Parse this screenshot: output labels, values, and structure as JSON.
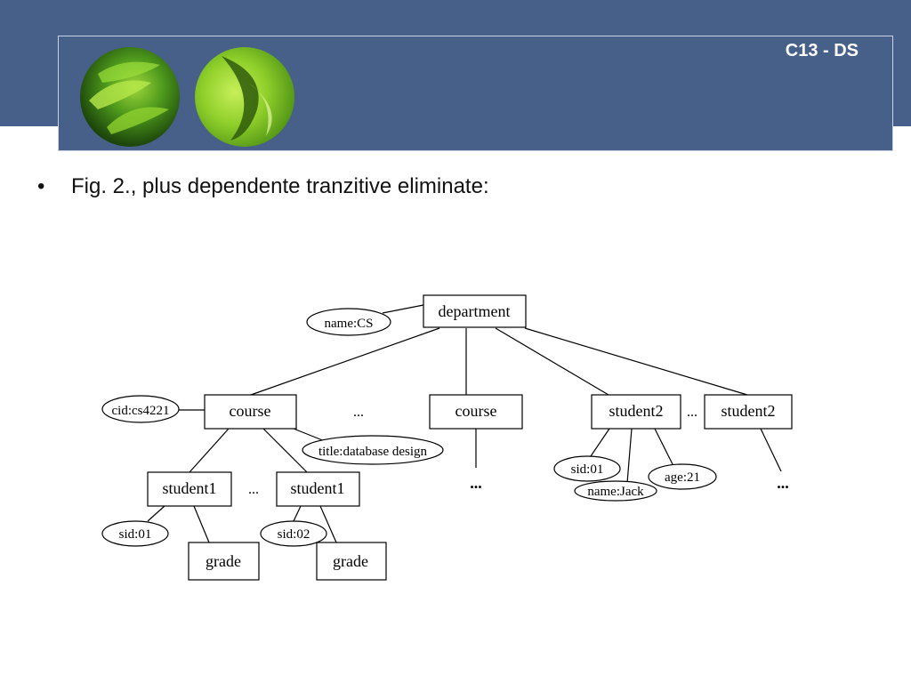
{
  "header": {
    "slide_tag": "C13 - DS"
  },
  "content": {
    "bullet_text": "Fig. 2., plus dependente tranzitive eliminate:"
  },
  "diagram": {
    "nodes": {
      "department": "department",
      "name_cs": "name:CS",
      "course_left": "course",
      "cid": "cid:cs4221",
      "title": "title:database design",
      "course_mid": "course",
      "student2_a": "student2",
      "student2_b": "student2",
      "student1_a": "student1",
      "student1_b": "student1",
      "sid_01_left": "sid:01",
      "sid_02": "sid:02",
      "grade_a": "grade",
      "grade_b": "grade",
      "sid_01_right": "sid:01",
      "name_jack": "name:Jack",
      "age": "age:21"
    },
    "ellipsis": {
      "courses": "...",
      "students2": "...",
      "students1": "...",
      "course_children": "...",
      "student2_children": "..."
    }
  }
}
